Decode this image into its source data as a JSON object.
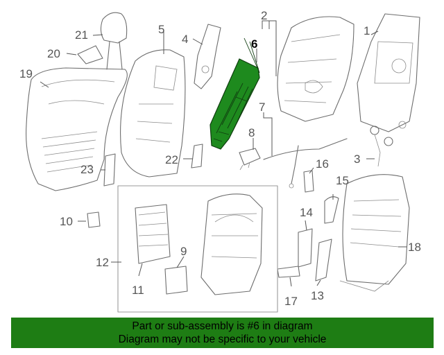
{
  "callouts": [
    "1",
    "2",
    "3",
    "4",
    "5",
    "6",
    "7",
    "8",
    "9",
    "10",
    "11",
    "12",
    "13",
    "14",
    "15",
    "16",
    "17",
    "18",
    "19",
    "20",
    "21",
    "22",
    "23"
  ],
  "highlighted_part": "6",
  "colors": {
    "highlight": "#1e8a1e",
    "banner": "#1e7d14",
    "linework": "#6d6d6d"
  },
  "banner": {
    "line1": "Part or sub-assembly is #6 in diagram",
    "line2": "Diagram may not be specific to your vehicle"
  }
}
